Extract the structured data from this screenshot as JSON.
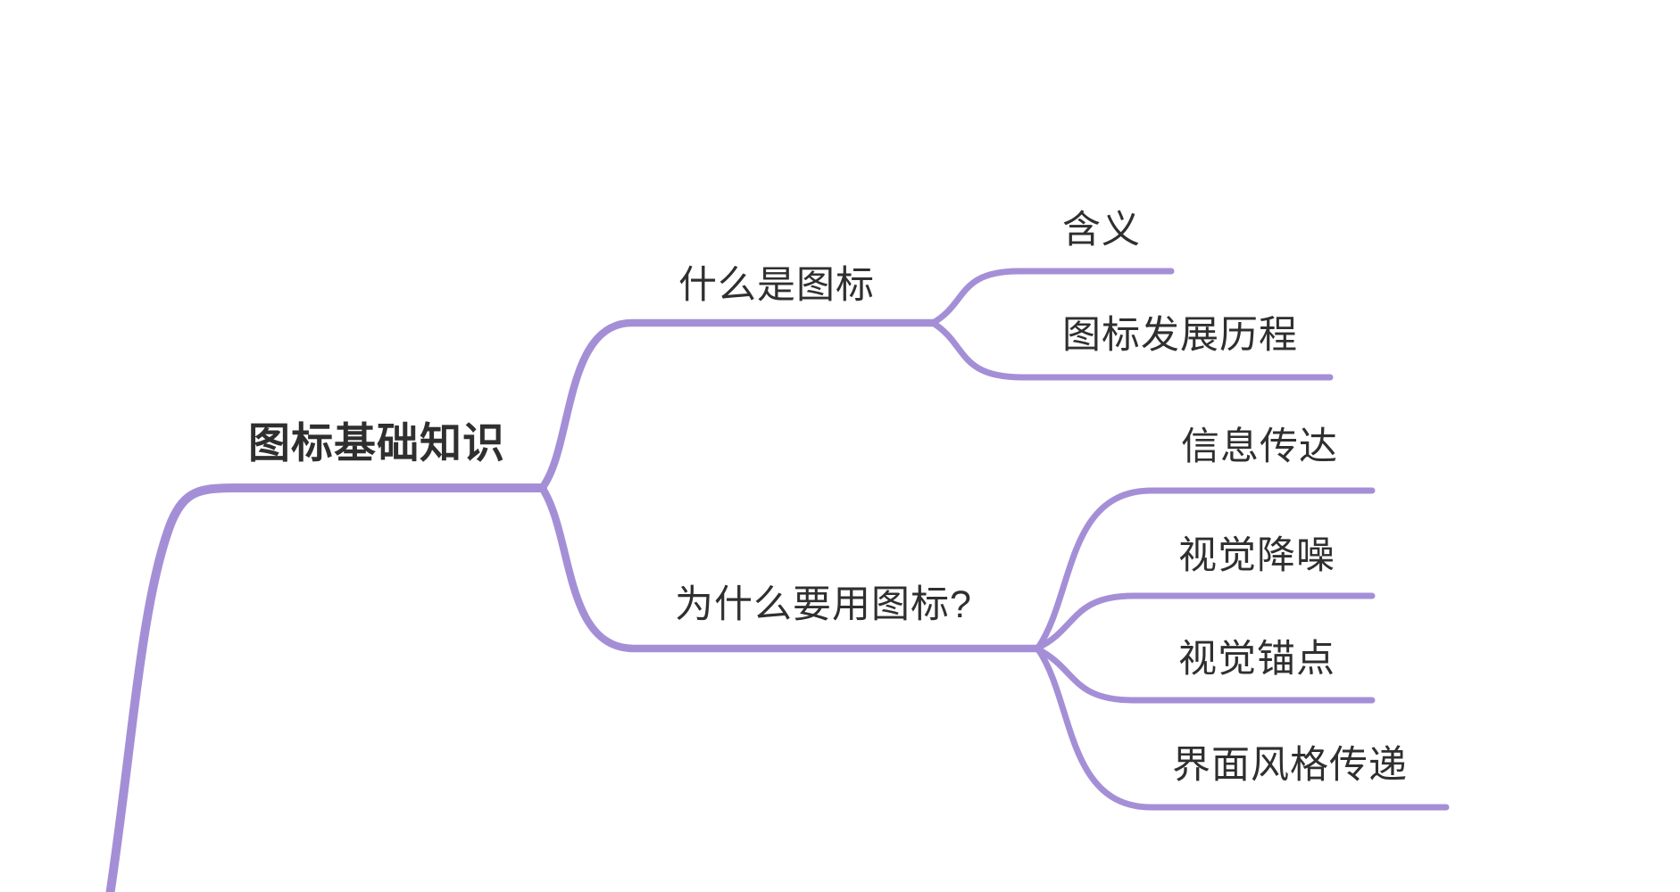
{
  "colors": {
    "branch": "#a48fd7",
    "text": "#2f2f2f",
    "background": "#ffffff"
  },
  "mindmap": {
    "main_topic": {
      "label": "图标基础知识"
    },
    "branches": [
      {
        "label": "什么是图标",
        "children": [
          {
            "label": "含义"
          },
          {
            "label": "图标发展历程"
          }
        ]
      },
      {
        "label": "为什么要用图标?",
        "children": [
          {
            "label": "信息传达"
          },
          {
            "label": "视觉降噪"
          },
          {
            "label": "视觉锚点"
          },
          {
            "label": "界面风格传递"
          }
        ]
      }
    ]
  }
}
